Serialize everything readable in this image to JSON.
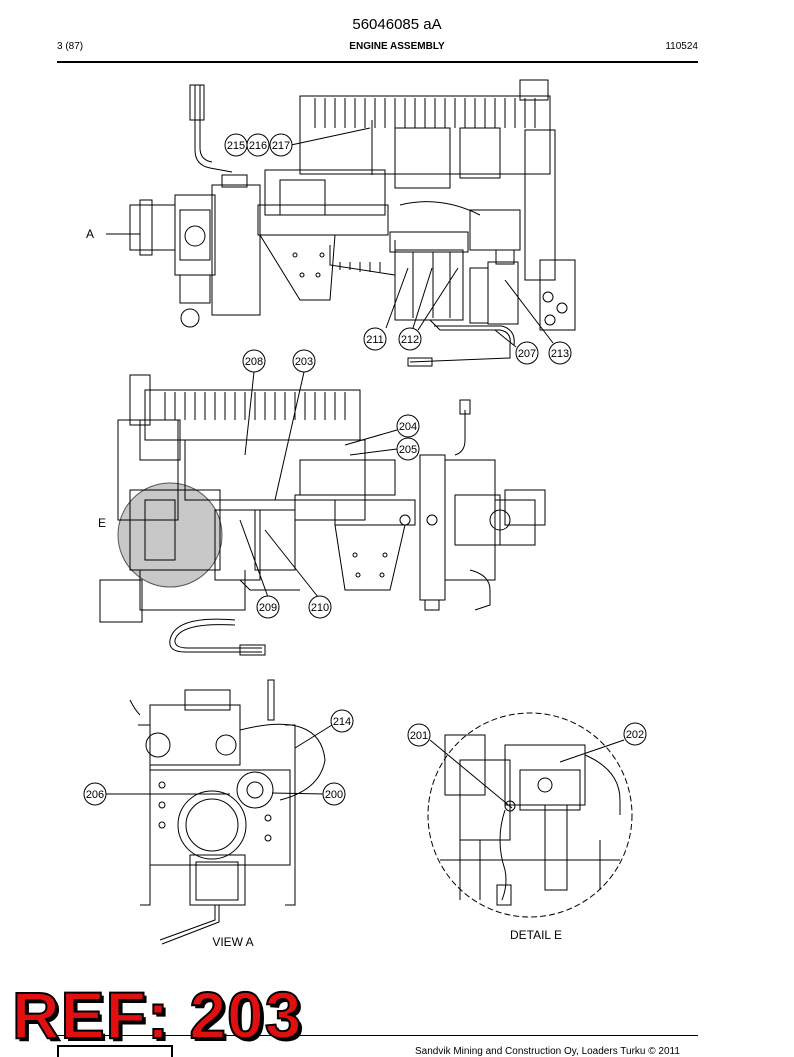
{
  "header": {
    "doc_number": "56046085 aA",
    "page_ref": "3 (87)",
    "section_title": "ENGINE ASSEMBLY",
    "date_code": "110524"
  },
  "callouts": {
    "c200": "200",
    "c201": "201",
    "c202": "202",
    "c203": "203",
    "c204": "204",
    "c205": "205",
    "c206": "206",
    "c207": "207",
    "c208": "208",
    "c209": "209",
    "c210": "210",
    "c211": "211",
    "c212": "212",
    "c213": "213",
    "c214": "214",
    "c215": "215",
    "c216": "216",
    "c217": "217"
  },
  "views": {
    "marker_a": "A",
    "marker_e": "E",
    "view_a": "VIEW A",
    "detail_e": "DETAIL E"
  },
  "footer": {
    "text": "Sandvik Mining and Construction Oy, Loaders Turku © 2011"
  },
  "ref_stamp": "REF: 203",
  "colors": {
    "stamp_red": "#e01010",
    "highlight_grey": "#9a9a9a"
  }
}
